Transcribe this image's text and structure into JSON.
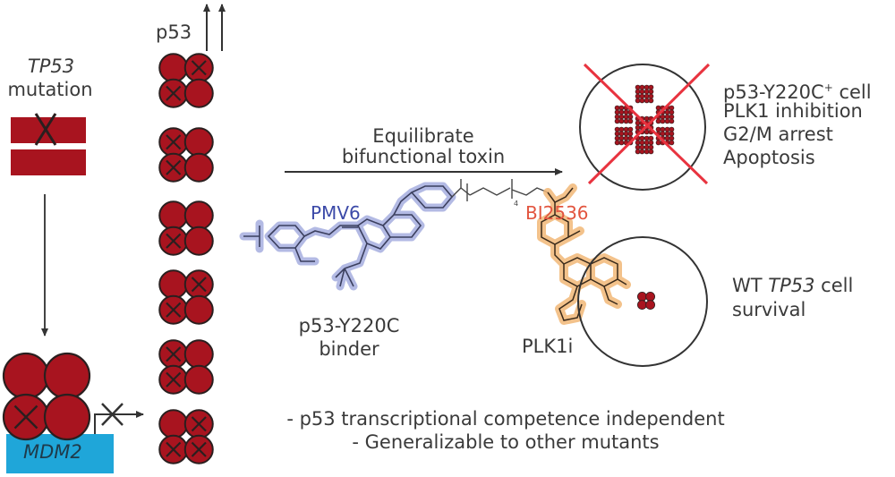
{
  "colors": {
    "protein_red": "#a8141f",
    "outline": "#2a1f1f",
    "mdm2_blue": "#1fa6d9",
    "pmv6_blue": "#3c4aa8",
    "pmv6_glow": "#9aa3db",
    "bi2536_orange": "#e2553f",
    "bi2536_glow": "#f2b877",
    "cross_red": "#e8333f",
    "text": "#3a3a3a"
  },
  "left": {
    "gene_label": "TP53",
    "mutation_label": "mutation",
    "mdm2_label": "MDM2"
  },
  "stack": {
    "p53_label": "p53",
    "tetramer_mutations": [
      [
        false,
        true,
        true,
        false
      ],
      [
        true,
        false,
        true,
        false
      ],
      [
        false,
        false,
        true,
        false
      ],
      [
        false,
        true,
        true,
        false
      ],
      [
        true,
        false,
        true,
        false
      ],
      [
        false,
        true,
        true,
        true
      ]
    ]
  },
  "center": {
    "arrow_label_line1": "Equilibrate",
    "arrow_label_line2": "bifunctional toxin",
    "pmv6_label": "PMV6",
    "bi2536_label": "BI2536",
    "binder_label_line1": "p53-Y220C",
    "binder_label_line2": "binder",
    "plk1i_label": "PLK1i",
    "linker_subscript": "4"
  },
  "outcomes": {
    "mutant": {
      "line1": "p53-Y220C",
      "line1_sup": "+",
      "line1_tail": " cell",
      "line2": "PLK1 inhibition",
      "line3": "G2/M arrest",
      "line4": "Apoptosis"
    },
    "wildtype": {
      "line1_prefix": "WT ",
      "line1_gene": "TP53",
      "line1_suffix": " cell",
      "line2": "survival"
    }
  },
  "footer": {
    "line1": "- p53 transcriptional competence independent",
    "line2": "- Generalizable to other mutants"
  }
}
